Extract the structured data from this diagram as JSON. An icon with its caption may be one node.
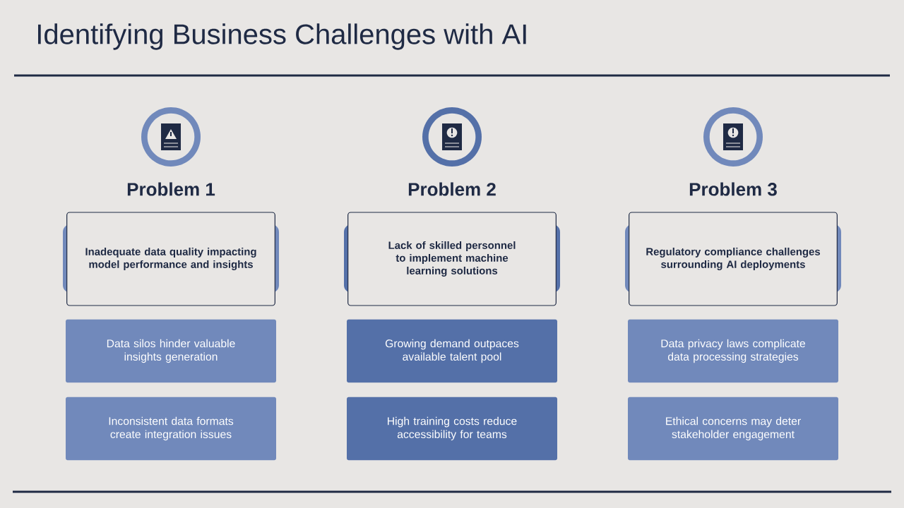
{
  "diagram": {
    "title": "Identifying Business Challenges with AI",
    "nodes": [
      {
        "text": [
          "Inadequate data quality impacting model performance and insights"
        ]
      },
      {
        "text": [
          "Data silos hinder valuable insights generation"
        ]
      },
      {
        "text": [
          "Inconsistent data formats create integration issues"
        ]
      },
      {
        "text": [
          "Lack of skilled personnel to implement machine learning solutions"
        ]
      },
      {
        "text": [
          "Growing demand outpaces available talent pool"
        ]
      },
      {
        "text": [
          "High training costs reduce accessibility for teams"
        ]
      },
      {
        "text": [
          "Regulatory compliance challenges surrounding AI deployments"
        ]
      },
      {
        "text": [
          "Data privacy laws complicate data processing strategies"
        ]
      },
      {
        "text": [
          "Ethical concerns may deter stakeholder engagement"
        ]
      }
    ],
    "labels": [
      "Problem 1",
      "Problem 2",
      "Problem 3"
    ]
  }
}
